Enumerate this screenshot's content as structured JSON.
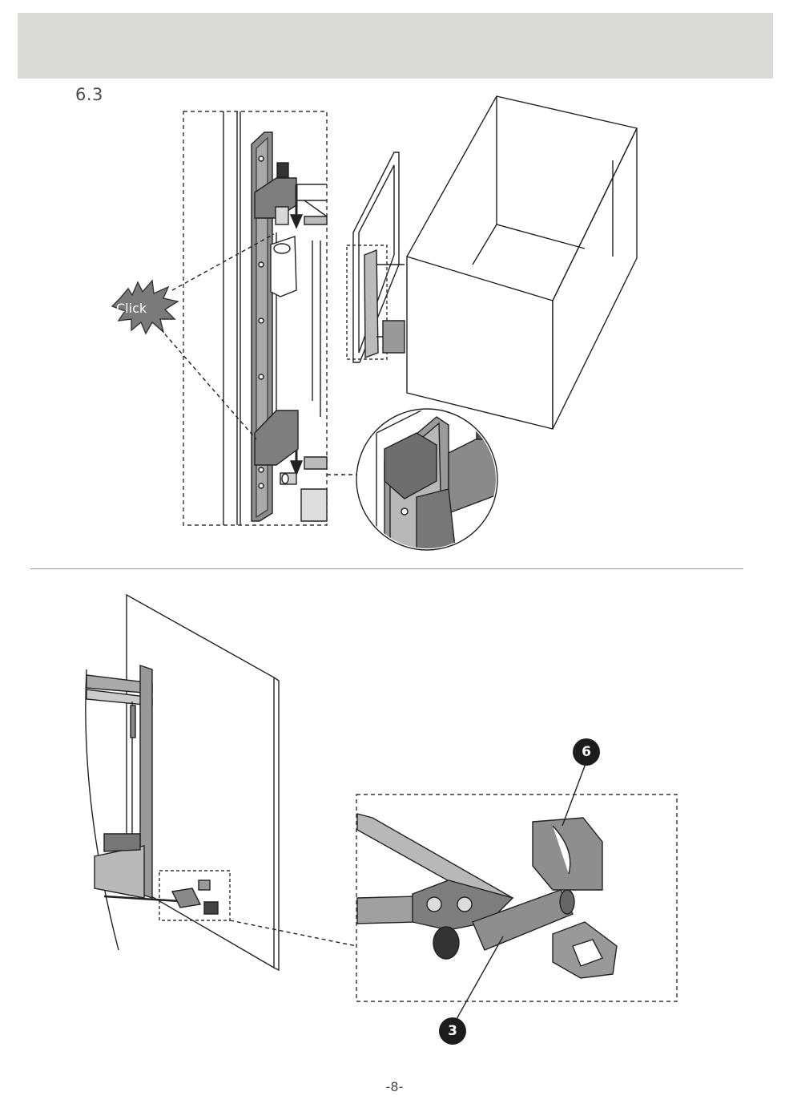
{
  "header": {
    "band_color": "#dadbd9"
  },
  "step": {
    "number": "6.3"
  },
  "top_figure": {
    "click_label": "Click"
  },
  "bottom_figure": {
    "callouts": [
      {
        "label": "6"
      },
      {
        "label": "3"
      }
    ]
  },
  "footer": {
    "page_number": "-8-"
  }
}
